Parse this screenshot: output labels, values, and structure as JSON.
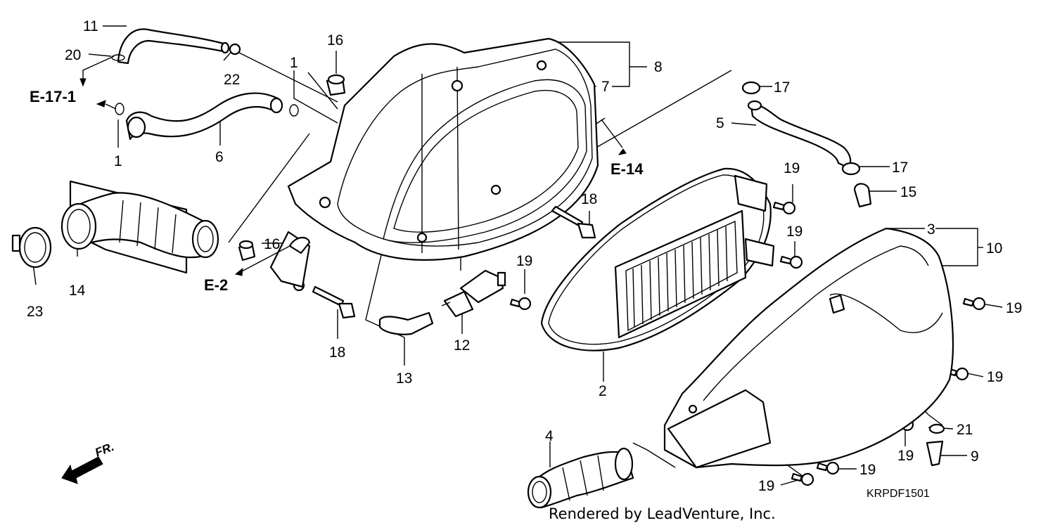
{
  "diagram": {
    "part_labels": [
      {
        "id": "p11",
        "text": "11"
      },
      {
        "id": "p20",
        "text": "20"
      },
      {
        "id": "p22",
        "text": "22"
      },
      {
        "id": "p16a",
        "text": "16"
      },
      {
        "id": "p1a",
        "text": "1"
      },
      {
        "id": "p1b",
        "text": "1"
      },
      {
        "id": "p6",
        "text": "6"
      },
      {
        "id": "p8",
        "text": "8"
      },
      {
        "id": "p7",
        "text": "7"
      },
      {
        "id": "p17a",
        "text": "17"
      },
      {
        "id": "p5",
        "text": "5"
      },
      {
        "id": "p17b",
        "text": "17"
      },
      {
        "id": "p15",
        "text": "15"
      },
      {
        "id": "p19a",
        "text": "19"
      },
      {
        "id": "p18a",
        "text": "18"
      },
      {
        "id": "p19b",
        "text": "19"
      },
      {
        "id": "p3",
        "text": "3"
      },
      {
        "id": "p10",
        "text": "10"
      },
      {
        "id": "p16b",
        "text": "16"
      },
      {
        "id": "p14",
        "text": "14"
      },
      {
        "id": "p23",
        "text": "23"
      },
      {
        "id": "p19c",
        "text": "19"
      },
      {
        "id": "p12",
        "text": "12"
      },
      {
        "id": "p18b",
        "text": "18"
      },
      {
        "id": "p13",
        "text": "13"
      },
      {
        "id": "p2",
        "text": "2"
      },
      {
        "id": "p19d",
        "text": "19"
      },
      {
        "id": "p19e",
        "text": "19"
      },
      {
        "id": "p21",
        "text": "21"
      },
      {
        "id": "p19f",
        "text": "19"
      },
      {
        "id": "p9",
        "text": "9"
      },
      {
        "id": "p4",
        "text": "4"
      },
      {
        "id": "p19g",
        "text": "19"
      },
      {
        "id": "p19h",
        "text": "19"
      }
    ],
    "section_refs": {
      "e17": "E-17-1",
      "e14": "E-14",
      "e2": "E-2"
    },
    "front_marker": "FR.",
    "drawing_code": "KRPDF1501",
    "credit": "Rendered by LeadVenture, Inc."
  }
}
